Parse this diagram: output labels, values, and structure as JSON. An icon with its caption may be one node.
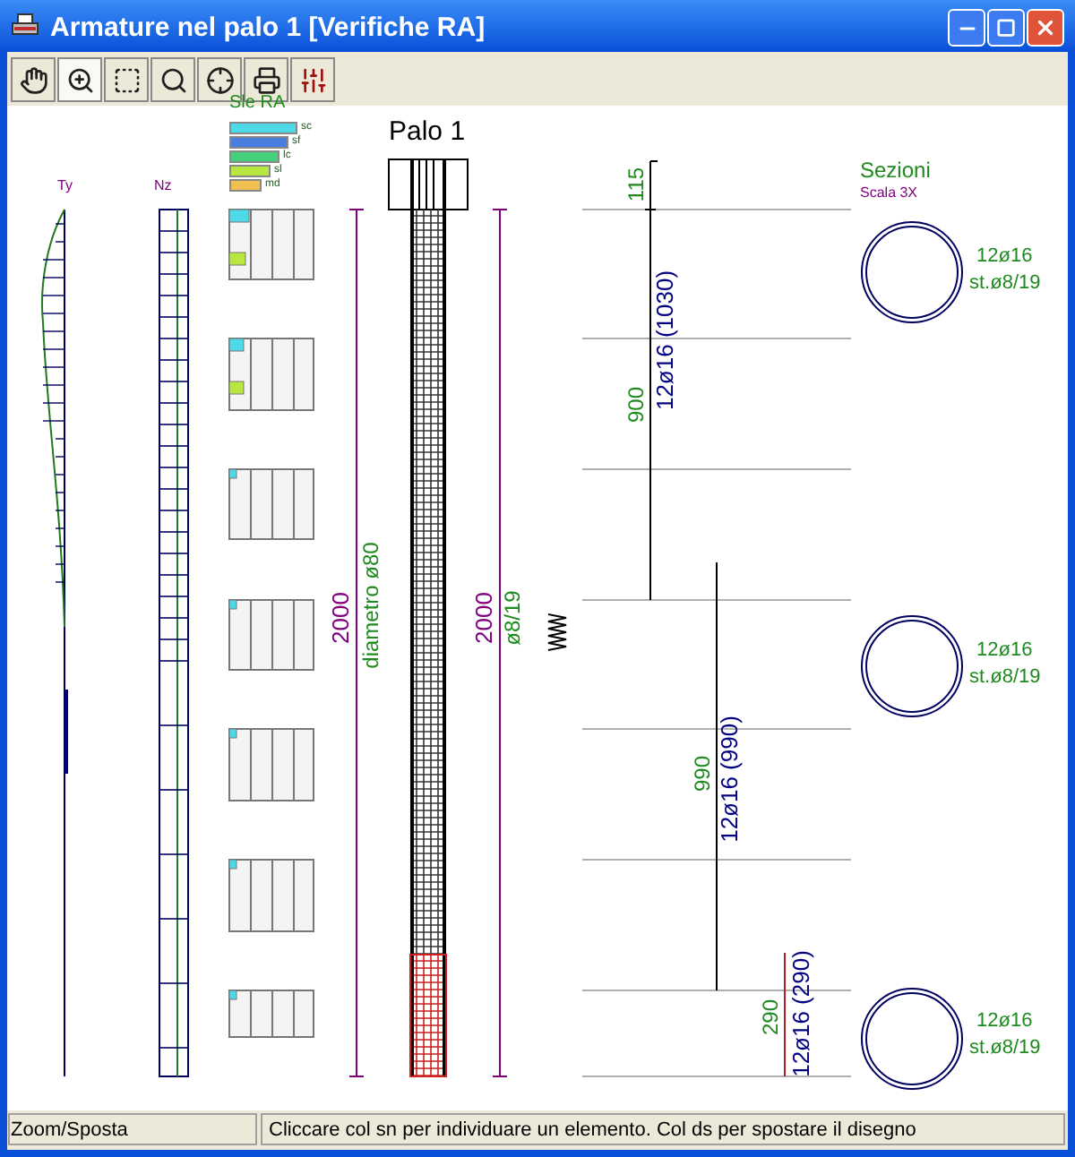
{
  "diagram": {
    "title": "Armature nel palo 1 [Verifiche RA]",
    "labels": [
      "Sle RA",
      "Ty",
      "Nz",
      "Palo 1",
      "115",
      "Sezioni",
      "Scala 3X",
      "12ø16",
      "st.ø8/19",
      "900",
      "12ø16 (1030)",
      "2000",
      "diametro ø80",
      "2000",
      "ø8/19",
      "12ø16",
      "st.ø8/19",
      "990",
      "12ø16 (990)",
      "290",
      "12ø16 (290)",
      "12ø16",
      "st.ø8/19",
      "Zoom/Sposta",
      "Cliccare col sn per individuare un elemento. Col ds per spostare il disegno"
    ],
    "legend": [
      {
        "text": "sc",
        "color": "#4dd9e8"
      },
      {
        "text": "sf",
        "color": "#4a7de0"
      },
      {
        "text": "lc",
        "color": "#44d07a"
      },
      {
        "text": "sl",
        "color": "#b8e840"
      },
      {
        "text": "md",
        "color": "#f0c050"
      }
    ]
  }
}
